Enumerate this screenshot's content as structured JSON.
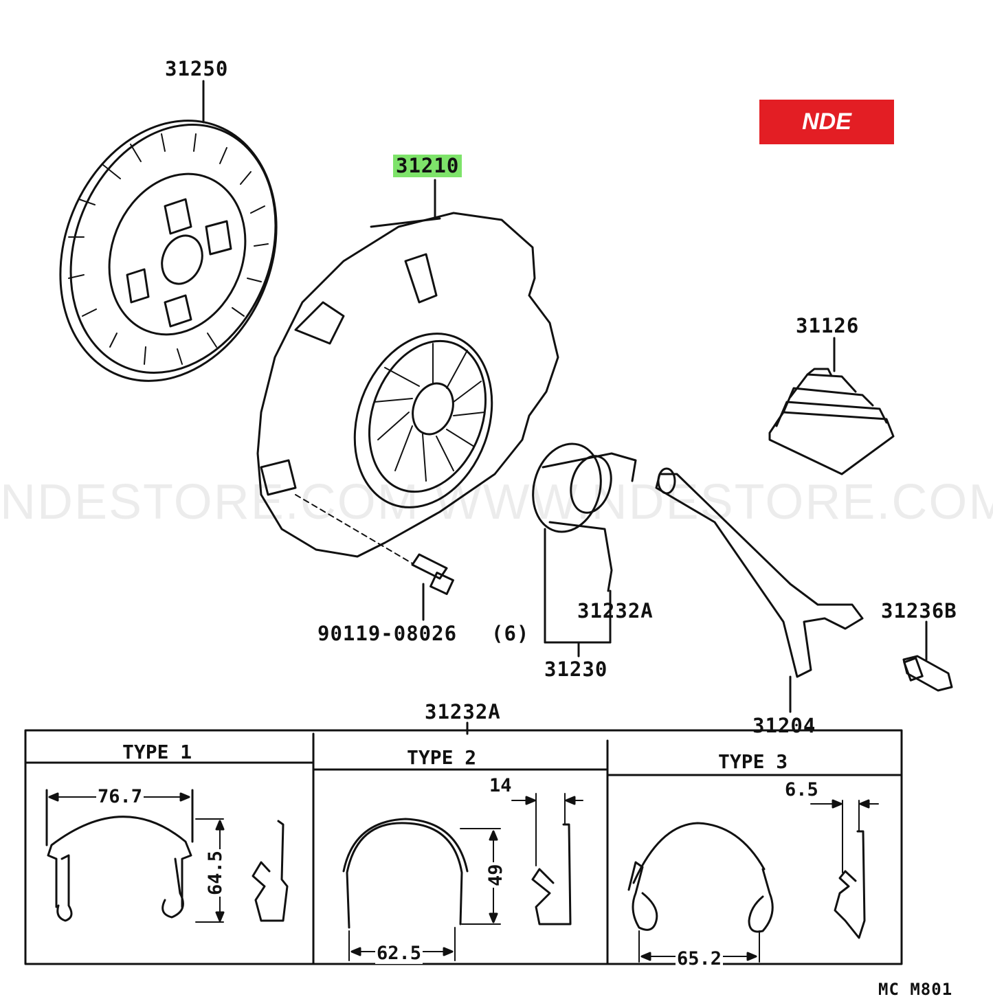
{
  "brand": {
    "logo_text": "NDE",
    "color": "#e31e24"
  },
  "watermark": "NDESTORE.COM WWW.NDESTORE.COM WWW.NDESTORE.COM",
  "parts": {
    "clutch_disc": "31250",
    "clutch_cover": "31210",
    "boot": "31126",
    "bolt": "90119-08026",
    "bolt_qty": "(6)",
    "bearing_clip": "31232A",
    "release_bearing": "31230",
    "fork_bolt": "31236B",
    "release_fork": "31204"
  },
  "types_header": "31232A",
  "types": [
    {
      "title": "TYPE 1",
      "width": "76.7",
      "height": "64.5"
    },
    {
      "title": "TYPE 2",
      "thickness": "14",
      "height": "49",
      "width": "62.5"
    },
    {
      "title": "TYPE 3",
      "thickness": "6.5",
      "width": "65.2"
    }
  ],
  "diagram_code": "MC M801",
  "highlight_color": "#7ee36a"
}
